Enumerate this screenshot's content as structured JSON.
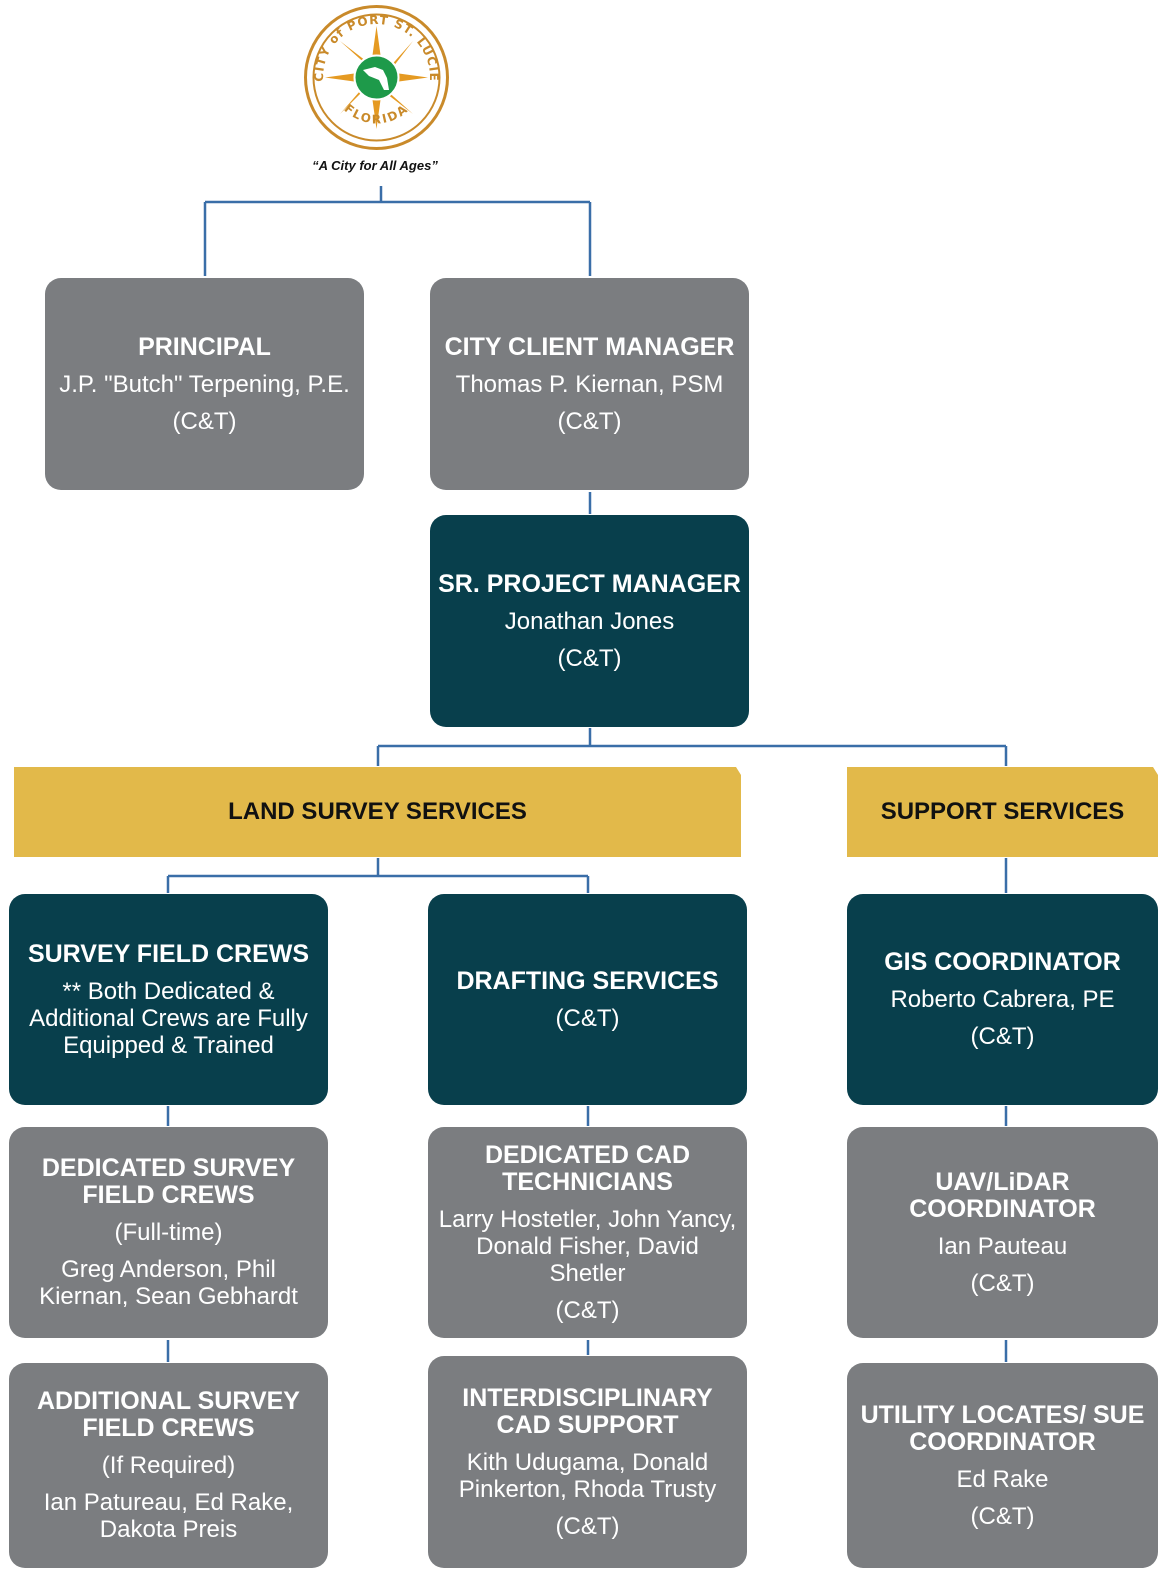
{
  "logo": {
    "seal_text_top": "CITY of PORT ST. LUCIE",
    "seal_text_bottom": "FLORIDA",
    "tagline": "“A City for All Ages”"
  },
  "colors": {
    "gray_box": "#7b7d80",
    "teal_box": "#083f4c",
    "gold_band": "#e2b94a",
    "connector": "#3a6ea8"
  },
  "nodes": {
    "principal": {
      "title": "PRINCIPAL",
      "name": "J.P. \"Butch\" Terpening, P.E.",
      "org": "(C&T)"
    },
    "city_client_manager": {
      "title": "CITY CLIENT MANAGER",
      "name": "Thomas P. Kiernan, PSM",
      "org": "(C&T)"
    },
    "sr_project_manager": {
      "title": "SR. PROJECT MANAGER",
      "name": "Jonathan Jones",
      "org": "(C&T)"
    },
    "land_survey_services": {
      "title": "LAND SURVEY SERVICES"
    },
    "support_services": {
      "title": "SUPPORT SERVICES"
    },
    "survey_field_crews": {
      "title": "SURVEY FIELD CREWS",
      "note": "** Both Dedicated & Additional Crews are Fully Equipped & Trained"
    },
    "drafting_services": {
      "title": "DRAFTING SERVICES",
      "org": "(C&T)"
    },
    "gis_coordinator": {
      "title": "GIS COORDINATOR",
      "name": "Roberto Cabrera, PE",
      "org": "(C&T)"
    },
    "dedicated_survey_field_crews": {
      "title": "DEDICATED SURVEY FIELD CREWS",
      "note": "(Full-time)",
      "name": "Greg Anderson, Phil Kiernan, Sean Gebhardt"
    },
    "dedicated_cad_technicians": {
      "title": "DEDICATED CAD TECHNICIANS",
      "name": "Larry Hostetler, John Yancy,  Donald Fisher, David Shetler",
      "org": "(C&T)"
    },
    "uav_lidar_coordinator": {
      "title": "UAV/LiDAR COORDINATOR",
      "name": "Ian Pauteau",
      "org": "(C&T)"
    },
    "additional_survey_field_crews": {
      "title": "ADDITIONAL SURVEY FIELD CREWS",
      "note": "(If Required)",
      "name": "Ian Patureau, Ed Rake, Dakota Preis"
    },
    "interdisciplinary_cad_support": {
      "title": "INTERDISCIPLINARY CAD SUPPORT",
      "name": "Kith Udugama,  Donald Pinkerton, Rhoda Trusty",
      "org": "(C&T)"
    },
    "utility_locates_coordinator": {
      "title": "UTILITY LOCATES/ SUE COORDINATOR",
      "name": "Ed Rake",
      "org": "(C&T)"
    }
  }
}
